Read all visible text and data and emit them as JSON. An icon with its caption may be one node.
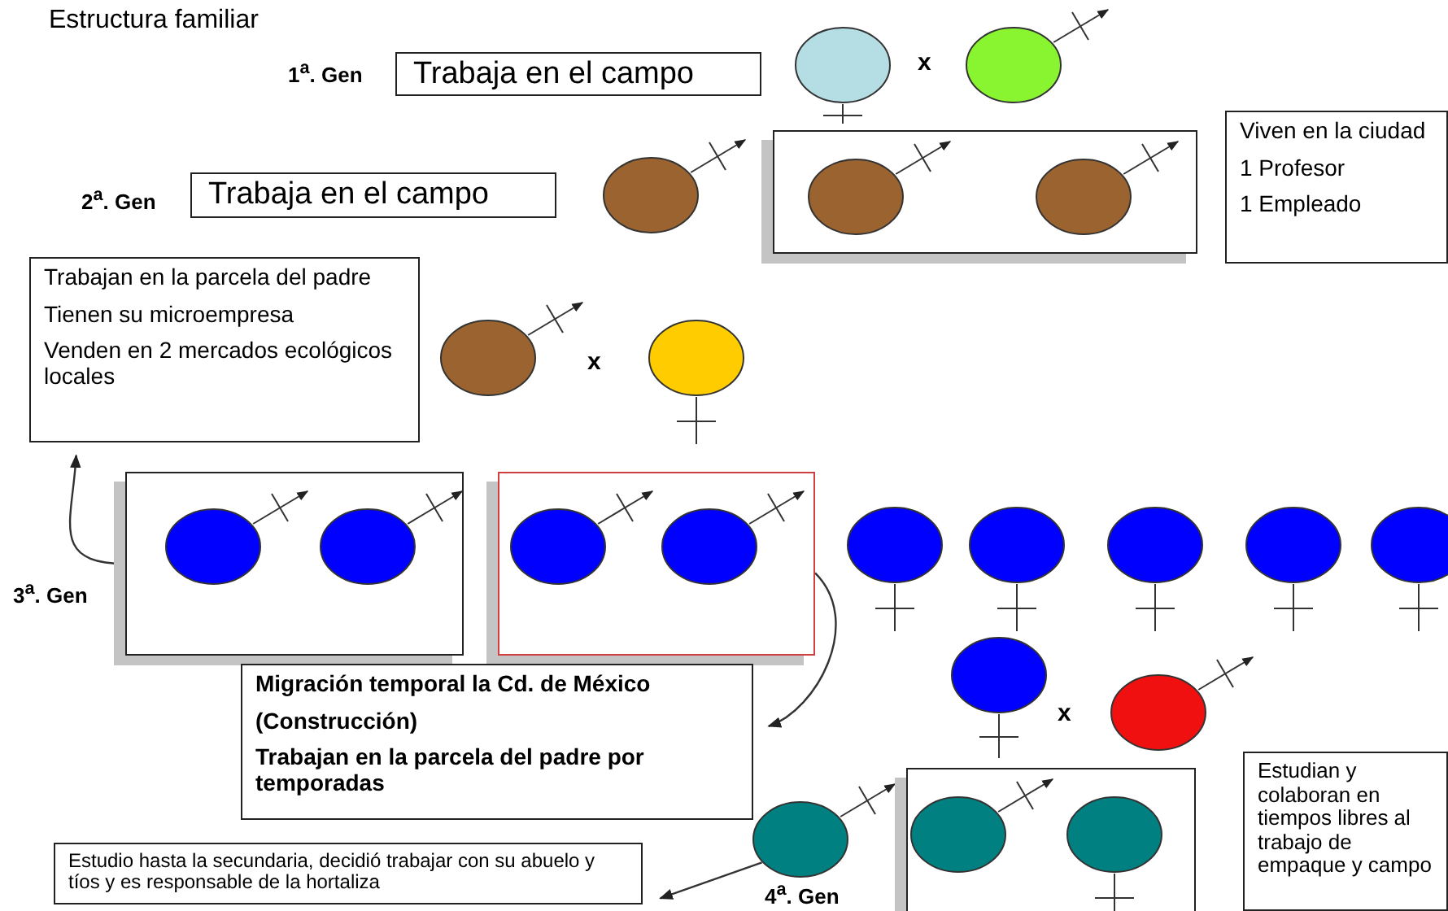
{
  "diagram": {
    "title": "Estructura familiar",
    "nodes": [
      {
        "text": [
          "Trabaja en el campo"
        ]
      },
      {
        "text": [],
        "shape": "circle"
      },
      {
        "text": [],
        "shape": "circle"
      },
      {
        "text": [
          "Trabaja en el campo"
        ]
      },
      {
        "text": [],
        "shape": "circle"
      },
      {
        "text": [],
        "shape": "box"
      },
      {
        "text": [],
        "shape": "circle",
        "in": 5
      },
      {
        "text": [],
        "shape": "circle",
        "in": 5
      },
      {
        "text": [
          "Viven en la ciudad",
          "1 Profesor",
          "1 Empleado"
        ]
      },
      {
        "text": [
          "Trabajan en la parcela del padre",
          "Tienen su microempresa",
          "Venden en 2 mercados ecológicos locales"
        ]
      },
      {
        "text": [],
        "shape": "circle"
      },
      {
        "text": [],
        "shape": "circle"
      },
      {
        "text": [],
        "shape": "box"
      },
      {
        "text": [],
        "shape": "circle",
        "in": 12
      },
      {
        "text": [],
        "shape": "circle",
        "in": 12
      },
      {
        "text": [],
        "shape": "box"
      },
      {
        "text": [],
        "shape": "circle",
        "in": 15
      },
      {
        "text": [],
        "shape": "circle",
        "in": 15
      },
      {
        "text": [],
        "shape": "circle"
      },
      {
        "text": [],
        "shape": "circle"
      },
      {
        "text": [],
        "shape": "circle"
      },
      {
        "text": [],
        "shape": "circle"
      },
      {
        "text": [],
        "shape": "circle"
      },
      {
        "text": [
          "Migración temporal la Cd. de México",
          "(Construcción)",
          "Trabajan en la parcela del padre por temporadas"
        ]
      },
      {
        "text": [],
        "shape": "circle"
      },
      {
        "text": [],
        "shape": "circle"
      },
      {
        "text": [],
        "shape": "circle"
      },
      {
        "text": [],
        "shape": "box"
      },
      {
        "text": [],
        "shape": "circle",
        "in": 27
      },
      {
        "text": [],
        "shape": "circle",
        "in": 27
      },
      {
        "text": [
          "Estudian y colaboran en tiempos libres al trabajo de empaque y campo"
        ]
      },
      {
        "text": [
          "Estudio hasta la secundaria, decidió trabajar con su abuelo y tíos y es responsable de la hortaliza"
        ]
      }
    ],
    "edges": [
      {
        "from": 12,
        "to": 9,
        "arrow": "to"
      },
      {
        "from": 15,
        "to": 23,
        "arrow": "to"
      },
      {
        "from": 26,
        "to": 31,
        "arrow": "to"
      }
    ],
    "labels": [
      "1$^{a}$. Gen",
      "x",
      "2$^{a}$. Gen",
      "x",
      "3$^{a}$. Gen",
      "x",
      "4$^{a}$. Gen"
    ]
  }
}
